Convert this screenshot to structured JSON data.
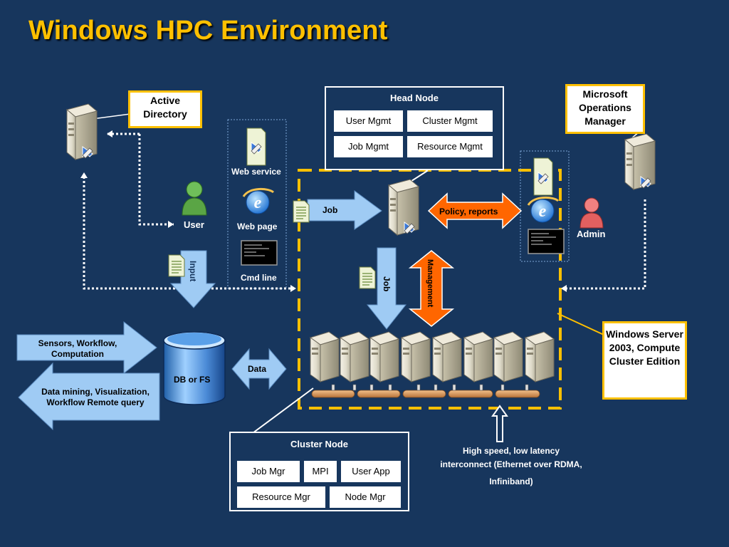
{
  "title": "Windows HPC Environment",
  "callouts": {
    "active_directory": "Active Directory",
    "ops_manager": "Microsoft Operations Manager",
    "windows_server": "Windows Server 2003, Compute Cluster Edition"
  },
  "head_node": {
    "title": "Head Node",
    "cells": [
      "User Mgmt",
      "Cluster Mgmt",
      "Job Mgmt",
      "Resource Mgmt"
    ]
  },
  "cluster_node": {
    "title": "Cluster Node",
    "cells": [
      "Job Mgr",
      "MPI",
      "User App",
      "Resource Mgr",
      "Node Mgr"
    ]
  },
  "labels": {
    "user": "User",
    "admin": "Admin",
    "web_service": "Web service",
    "web_page": "Web page",
    "cmd_line": "Cmd line",
    "input": "Input",
    "job_h": "Job",
    "job_v": "Job",
    "policy": "Policy, reports",
    "management": "Management",
    "data": "Data",
    "db": "DB or FS",
    "sensors": "Sensors, Workflow, Computation",
    "data_mining": "Data mining, Visualization, Workflow Remote query",
    "interconnect_1": "High speed, low latency",
    "interconnect_2": "interconnect (Ethernet over RDMA,",
    "interconnect_3": "Infiniband)"
  },
  "colors": {
    "background": "#17365d",
    "accent": "#ffc000",
    "arrow_blue": "#9fcbf4",
    "arrow_orange": "#ff6600"
  }
}
